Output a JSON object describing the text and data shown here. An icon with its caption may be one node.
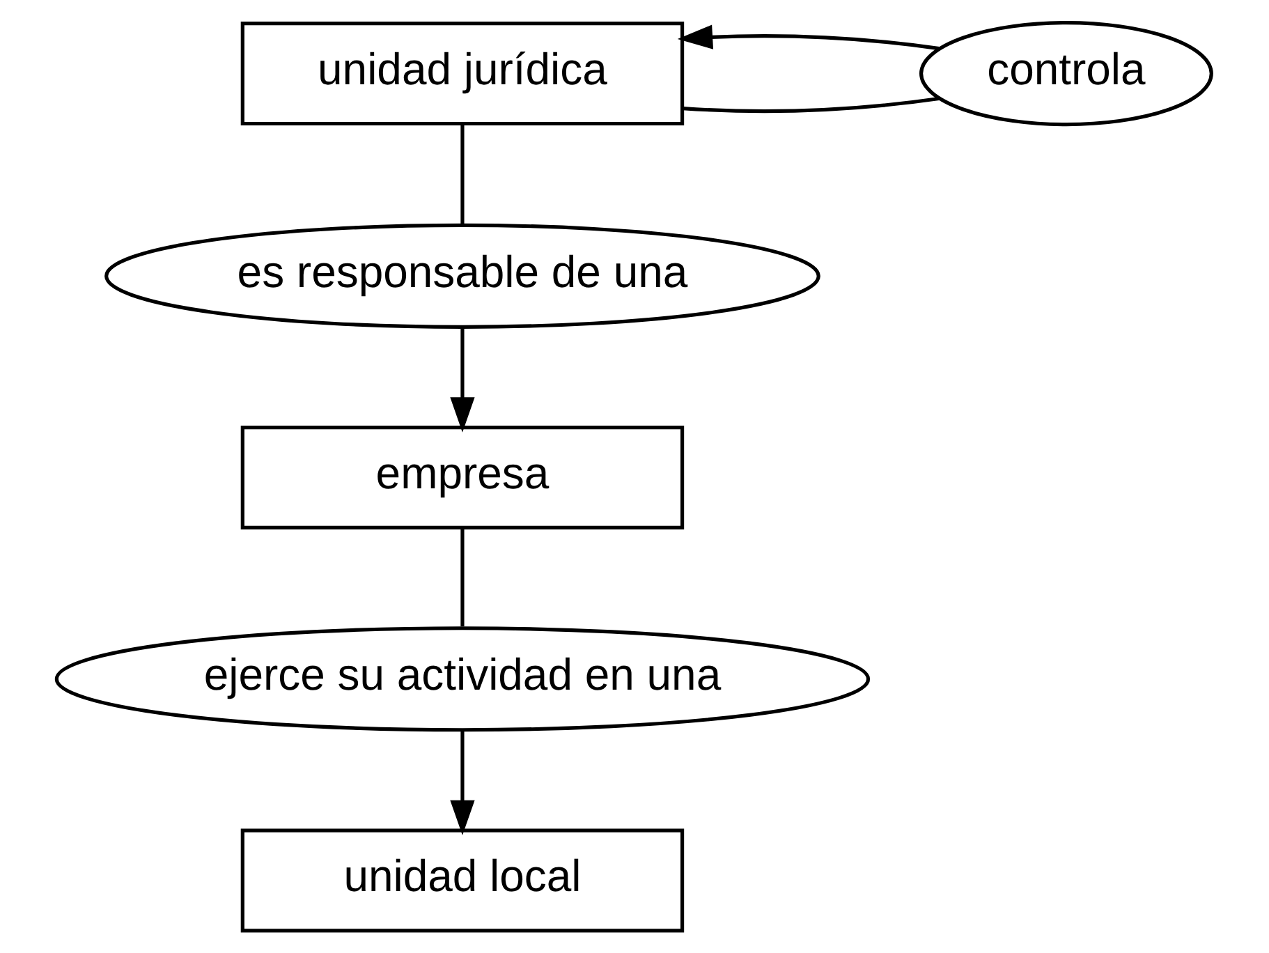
{
  "diagram": {
    "nodes": [
      {
        "text": [
          "unidad jurídica"
        ]
      },
      {
        "text": [
          "controla"
        ]
      },
      {
        "text": [
          "es responsable de una"
        ]
      },
      {
        "text": [
          "empresa"
        ]
      },
      {
        "text": [
          "ejerce su actividad en una"
        ]
      },
      {
        "text": [
          "unidad local"
        ]
      }
    ],
    "edges": [
      {
        "from": 0,
        "to": 1,
        "arrow": "none"
      },
      {
        "from": 1,
        "to": 0,
        "arrow": "to"
      },
      {
        "from": 0,
        "to": 2,
        "arrow": "none"
      },
      {
        "from": 2,
        "to": 3,
        "arrow": "to"
      },
      {
        "from": 3,
        "to": 4,
        "arrow": "none"
      },
      {
        "from": 4,
        "to": 5,
        "arrow": "to"
      }
    ]
  }
}
